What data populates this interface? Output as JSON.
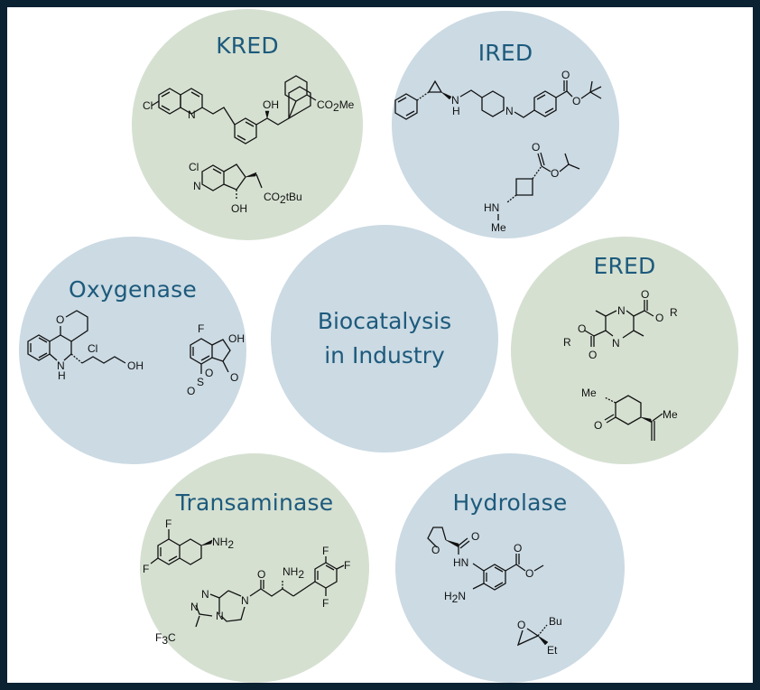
{
  "title": "Biocatalysis in Industry",
  "center": {
    "line1": "Biocatalysis",
    "line2": "in Industry"
  },
  "colors": {
    "border": "#0b2233",
    "green_circle": "#d5e0d1",
    "blue_circle": "#cbdae3",
    "title_text": "#1d5a7c"
  },
  "enzymes": [
    {
      "name": "KRED",
      "molecules": [
        {
          "labels": [
            "Cl",
            "N",
            "OH",
            "CO",
            "2",
            "Me"
          ]
        },
        {
          "labels": [
            "Cl",
            "N",
            "OH",
            "CO",
            "2",
            "tBu"
          ]
        }
      ]
    },
    {
      "name": "IRED",
      "molecules": [
        {
          "labels": [
            "N",
            "H",
            "N",
            "O",
            "O"
          ]
        },
        {
          "labels": [
            "O",
            "O",
            "HN",
            "Me"
          ]
        }
      ]
    },
    {
      "name": "Oxygenase",
      "molecules": [
        {
          "labels": [
            "O",
            "Cl",
            "N",
            "H",
            "OH"
          ]
        },
        {
          "labels": [
            "F",
            "OH",
            "O",
            "S",
            "O",
            "O"
          ]
        }
      ]
    },
    {
      "name": "ERED",
      "molecules": [
        {
          "labels": [
            "N",
            "N",
            "O",
            "O",
            "R",
            "O",
            "O",
            "R"
          ]
        },
        {
          "labels": [
            "Me",
            "O",
            "Me"
          ]
        }
      ]
    },
    {
      "name": "Transaminase",
      "molecules": [
        {
          "labels": [
            "F",
            "F",
            "NH",
            "2"
          ]
        },
        {
          "labels": [
            "N",
            "N",
            "N",
            "N",
            "F",
            "3",
            "C",
            "O",
            "NH",
            "2",
            "F",
            "F",
            "F"
          ]
        }
      ]
    },
    {
      "name": "Hydrolase",
      "molecules": [
        {
          "labels": [
            "O",
            "O",
            "HN",
            "H",
            "2",
            "N",
            "O",
            "O"
          ]
        },
        {
          "labels": [
            "O",
            "Bu",
            "Et"
          ]
        }
      ]
    }
  ]
}
